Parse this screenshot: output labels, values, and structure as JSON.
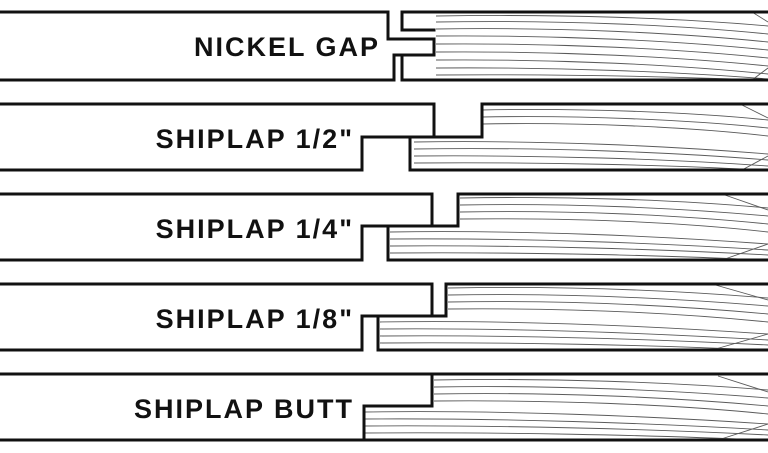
{
  "diagram": {
    "title": "",
    "profiles": [
      {
        "name": "nickel-gap",
        "label": "NICKEL GAP"
      },
      {
        "name": "shiplap-half",
        "label": "SHIPLAP 1/2\""
      },
      {
        "name": "shiplap-quarter",
        "label": "SHIPLAP 1/4\""
      },
      {
        "name": "shiplap-eighth",
        "label": "SHIPLAP 1/8\""
      },
      {
        "name": "shiplap-butt",
        "label": "SHIPLAP BUTT"
      }
    ],
    "colors": {
      "line": "#111111",
      "grain": "#5a5a5a",
      "background": "#ffffff"
    }
  }
}
